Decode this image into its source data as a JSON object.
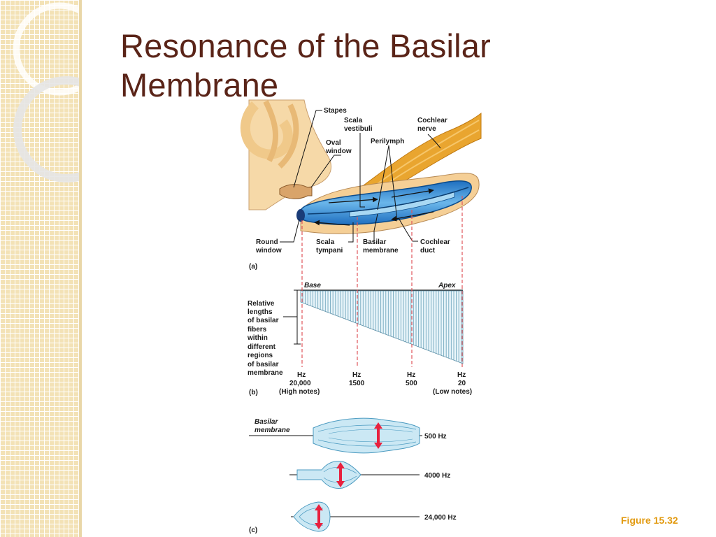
{
  "slide": {
    "title": "Resonance of the Basilar Membrane",
    "figure_caption": "Figure 15.32"
  },
  "panel_a": {
    "panel_label": "(a)",
    "labels": {
      "stapes": "Stapes",
      "scala_vestibuli": [
        "Scala",
        "vestibuli"
      ],
      "cochlear_nerve": [
        "Cochlear",
        "nerve"
      ],
      "oval_window": [
        "Oval",
        "window"
      ],
      "perilymph": "Perilymph",
      "round_window": [
        "Round",
        "window"
      ],
      "scala_tympani": [
        "Scala",
        "tympani"
      ],
      "basilar_membrane": [
        "Basilar",
        "membrane"
      ],
      "cochlear_duct": [
        "Cochlear",
        "duct"
      ]
    }
  },
  "panel_b": {
    "panel_label": "(b)",
    "base_label": "Base",
    "apex_label": "Apex",
    "fiber_label": [
      "Relative",
      "lengths",
      "of basilar",
      "fibers",
      "within",
      "different",
      "regions",
      "of basilar",
      "membrane"
    ],
    "frequency_markers": [
      {
        "unit": "Hz",
        "value": "20,000",
        "note": "(High notes)"
      },
      {
        "unit": "Hz",
        "value": "1500",
        "note": ""
      },
      {
        "unit": "Hz",
        "value": "500",
        "note": ""
      },
      {
        "unit": "Hz",
        "value": "20",
        "note": "(Low notes)"
      }
    ]
  },
  "panel_c": {
    "panel_label": "(c)",
    "membrane_label": [
      "Basilar",
      "membrane"
    ],
    "vibrations": [
      {
        "frequency": "500 Hz"
      },
      {
        "frequency": "4000 Hz"
      },
      {
        "frequency": "24,000 Hz"
      }
    ]
  },
  "colors": {
    "title": "#5a2418",
    "caption": "#e29a10",
    "fluid_blue": "#3f8fd6",
    "pale_blue": "#cbe8f4",
    "dashed_red": "#e0555a",
    "arrow_red": "#e8213e",
    "bone": "#f6d9a8"
  }
}
